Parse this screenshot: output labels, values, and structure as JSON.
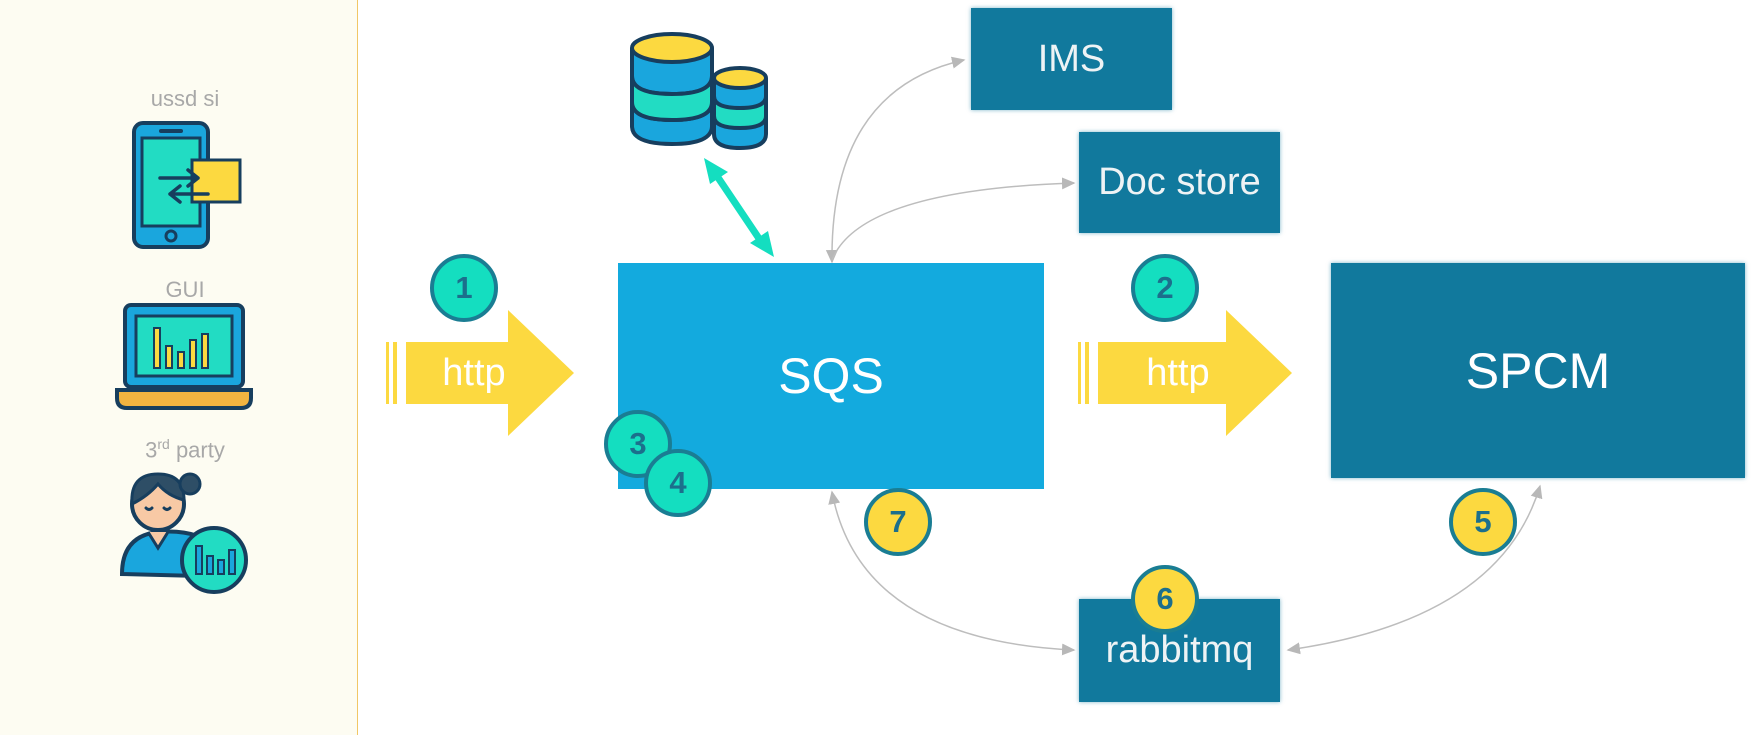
{
  "sidebar": {
    "clients": [
      {
        "label": "ussd si",
        "icon": "phone-transfer-icon"
      },
      {
        "label": "GUI",
        "icon": "laptop-chart-icon"
      },
      {
        "label_main": "3",
        "label_sup": "rd",
        "label_rest": " party",
        "icon": "person-chart-icon"
      }
    ]
  },
  "arrows": {
    "left": {
      "label": "http",
      "step": "1"
    },
    "right": {
      "label": "http",
      "step": "2"
    }
  },
  "boxes": {
    "sqs": "SQS",
    "spcm": "SPCM",
    "ims": "IMS",
    "doc_store": "Doc store",
    "rabbitmq": "rabbitmq"
  },
  "steps": {
    "s3": "3",
    "s4": "4",
    "s5": "5",
    "s6": "6",
    "s7": "7"
  },
  "icons": {
    "database": "database-icon"
  },
  "colors": {
    "sqs_blue": "#13aade",
    "dark_teal_box": "#11799d",
    "arrow_yellow": "#fcd940",
    "teal_badge": "#14dec0",
    "sidebar_bg": "#fdfcf2"
  }
}
